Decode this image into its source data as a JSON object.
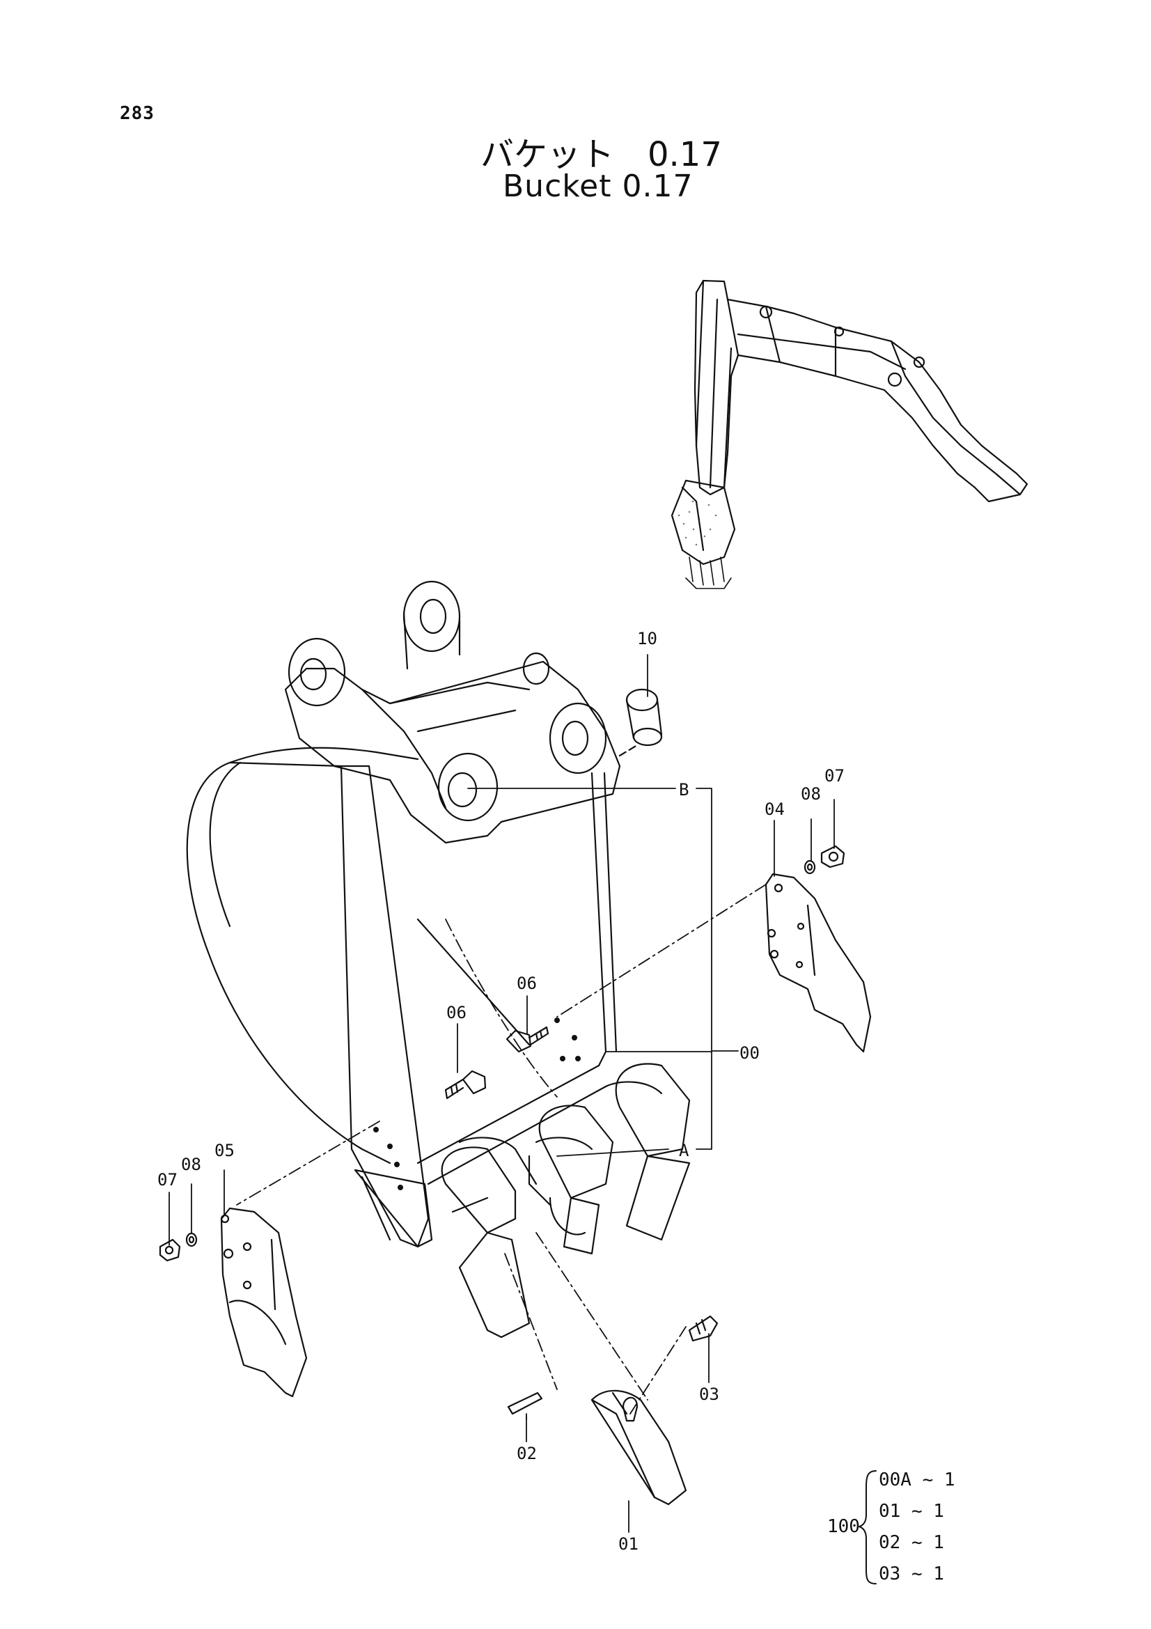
{
  "page": {
    "number": "283",
    "title_jp": "バケット　0.17",
    "title_en": "Bucket 0.17"
  },
  "callouts": {
    "c10": "10",
    "cB": "B",
    "c04": "04",
    "c08_right": "08",
    "c07_right": "07",
    "c06_upper": "06",
    "c06_lower": "06",
    "c00": "00",
    "cA": "A",
    "c07_left": "07",
    "c08_left": "08",
    "c05": "05",
    "c02": "02",
    "c03": "03",
    "c01": "01"
  },
  "kit": {
    "number": "100",
    "items": [
      "00A ~ 1",
      "01 ~ 1",
      "02 ~ 1",
      "03 ~ 1"
    ]
  }
}
